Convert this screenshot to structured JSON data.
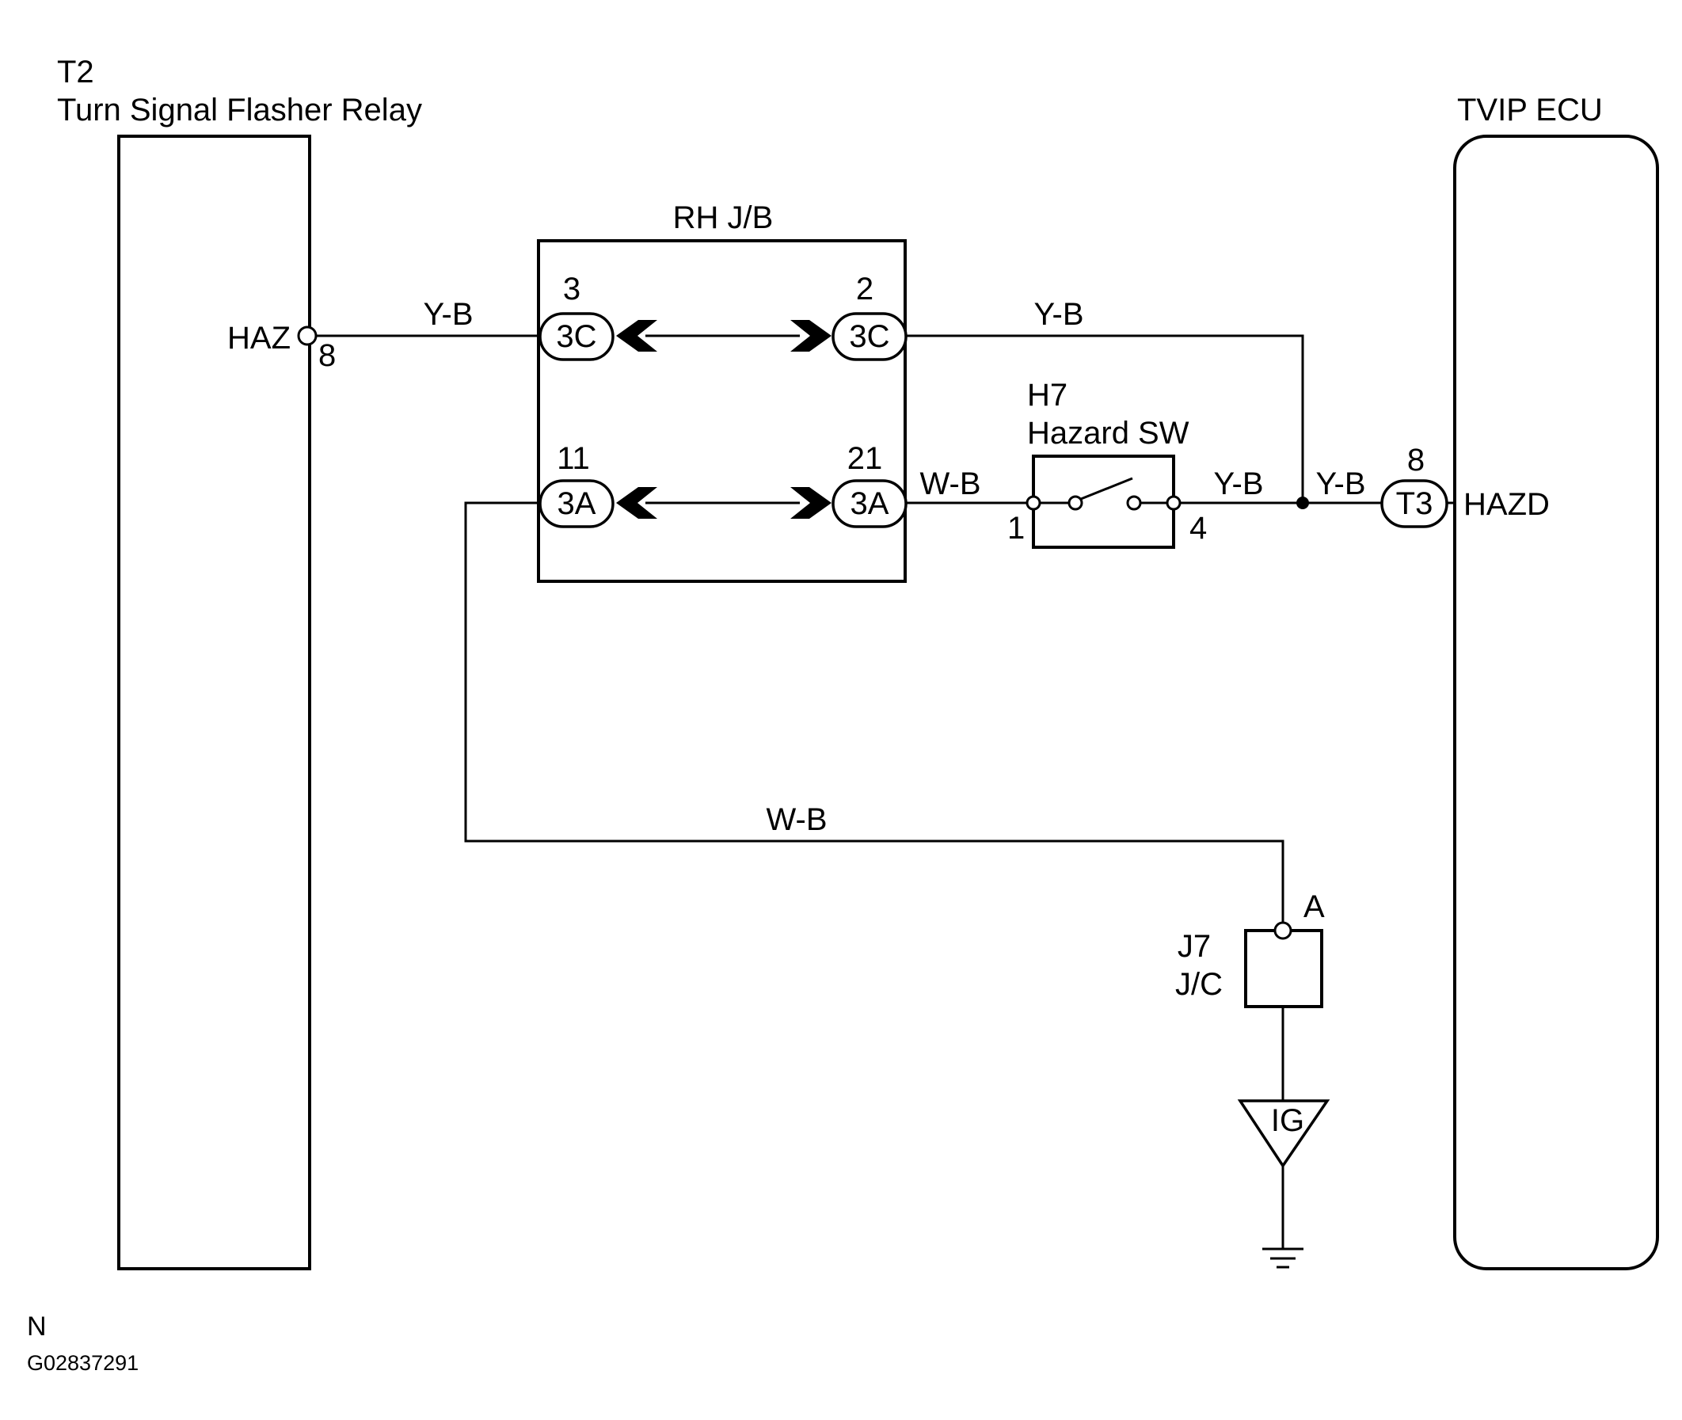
{
  "components": {
    "flasher": {
      "code": "T2",
      "name": "Turn Signal Flasher Relay",
      "terminal": "HAZ",
      "pin": "8"
    },
    "ecu": {
      "name": "TVIP ECU",
      "terminal": "HAZD",
      "pin": "8",
      "connector": "T3"
    },
    "junction_block": {
      "name": "RH J/B"
    },
    "hazard_switch": {
      "code": "H7",
      "name": "Hazard SW",
      "pin_in": "1",
      "pin_out": "4"
    },
    "junction_connector": {
      "code": "J7",
      "name": "J/C",
      "pin": "A"
    },
    "ground": {
      "label": "IG"
    }
  },
  "connectors": {
    "top_left": {
      "pin": "3",
      "label": "3C"
    },
    "top_right": {
      "pin": "2",
      "label": "3C"
    },
    "bottom_left": {
      "pin": "11",
      "label": "3A"
    },
    "bottom_right": {
      "pin": "21",
      "label": "3A"
    }
  },
  "wire_colors": {
    "haz_to_jb": "Y-B",
    "jb_to_ecu_top": "Y-B",
    "jb_to_switch": "W-B",
    "switch_to_junction": "Y-B",
    "junction_to_ecu": "Y-B",
    "ground_run": "W-B"
  },
  "footer": {
    "section": "N",
    "figure_id": "G02837291"
  }
}
